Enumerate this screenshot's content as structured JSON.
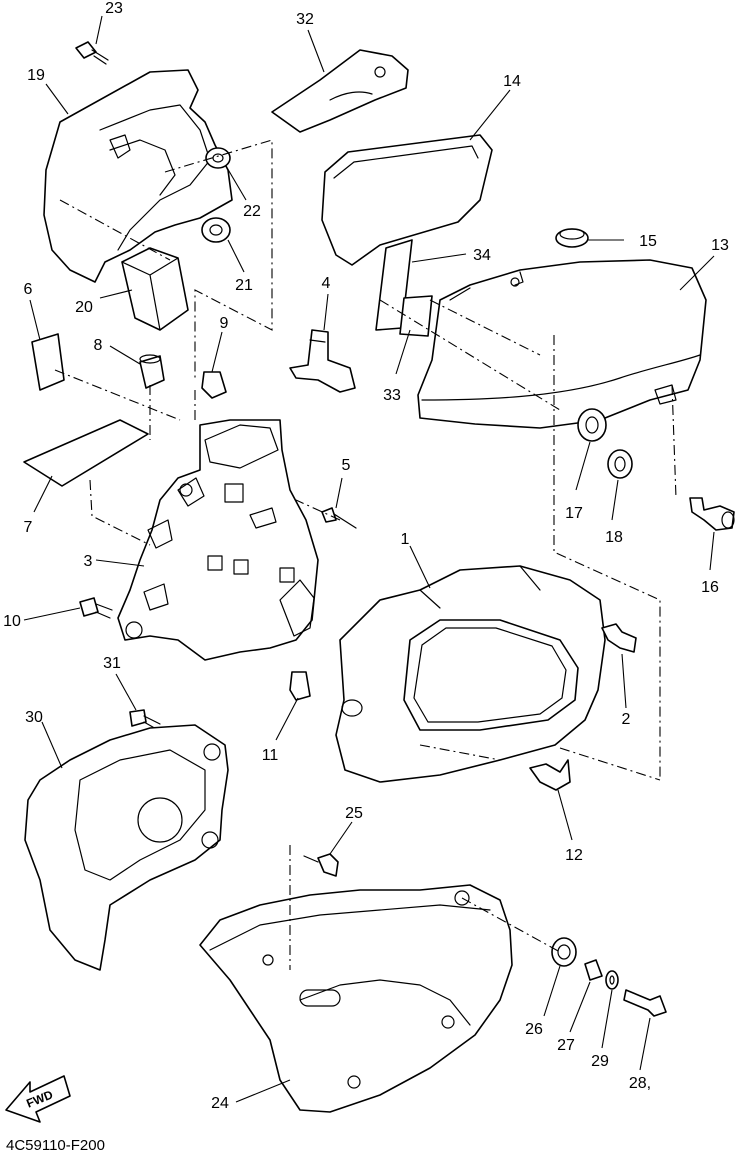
{
  "callouts": {
    "c1": "1",
    "c2": "2",
    "c3": "3",
    "c4": "4",
    "c5": "5",
    "c6": "6",
    "c7": "7",
    "c8": "8",
    "c9": "9",
    "c10": "10",
    "c11": "11",
    "c12": "12",
    "c13": "13",
    "c14": "14",
    "c15": "15",
    "c16": "16",
    "c17": "17",
    "c18": "18",
    "c19": "19",
    "c20": "20",
    "c21": "21",
    "c22": "22",
    "c23": "23",
    "c24": "24",
    "c25": "25",
    "c26": "26",
    "c27": "27",
    "c28": "28,",
    "c29": "29",
    "c30": "30",
    "c31": "31",
    "c32": "32",
    "c33": "33",
    "c34": "34"
  },
  "fwd_label": "FWD",
  "diagram_code": "4C59110-F200"
}
